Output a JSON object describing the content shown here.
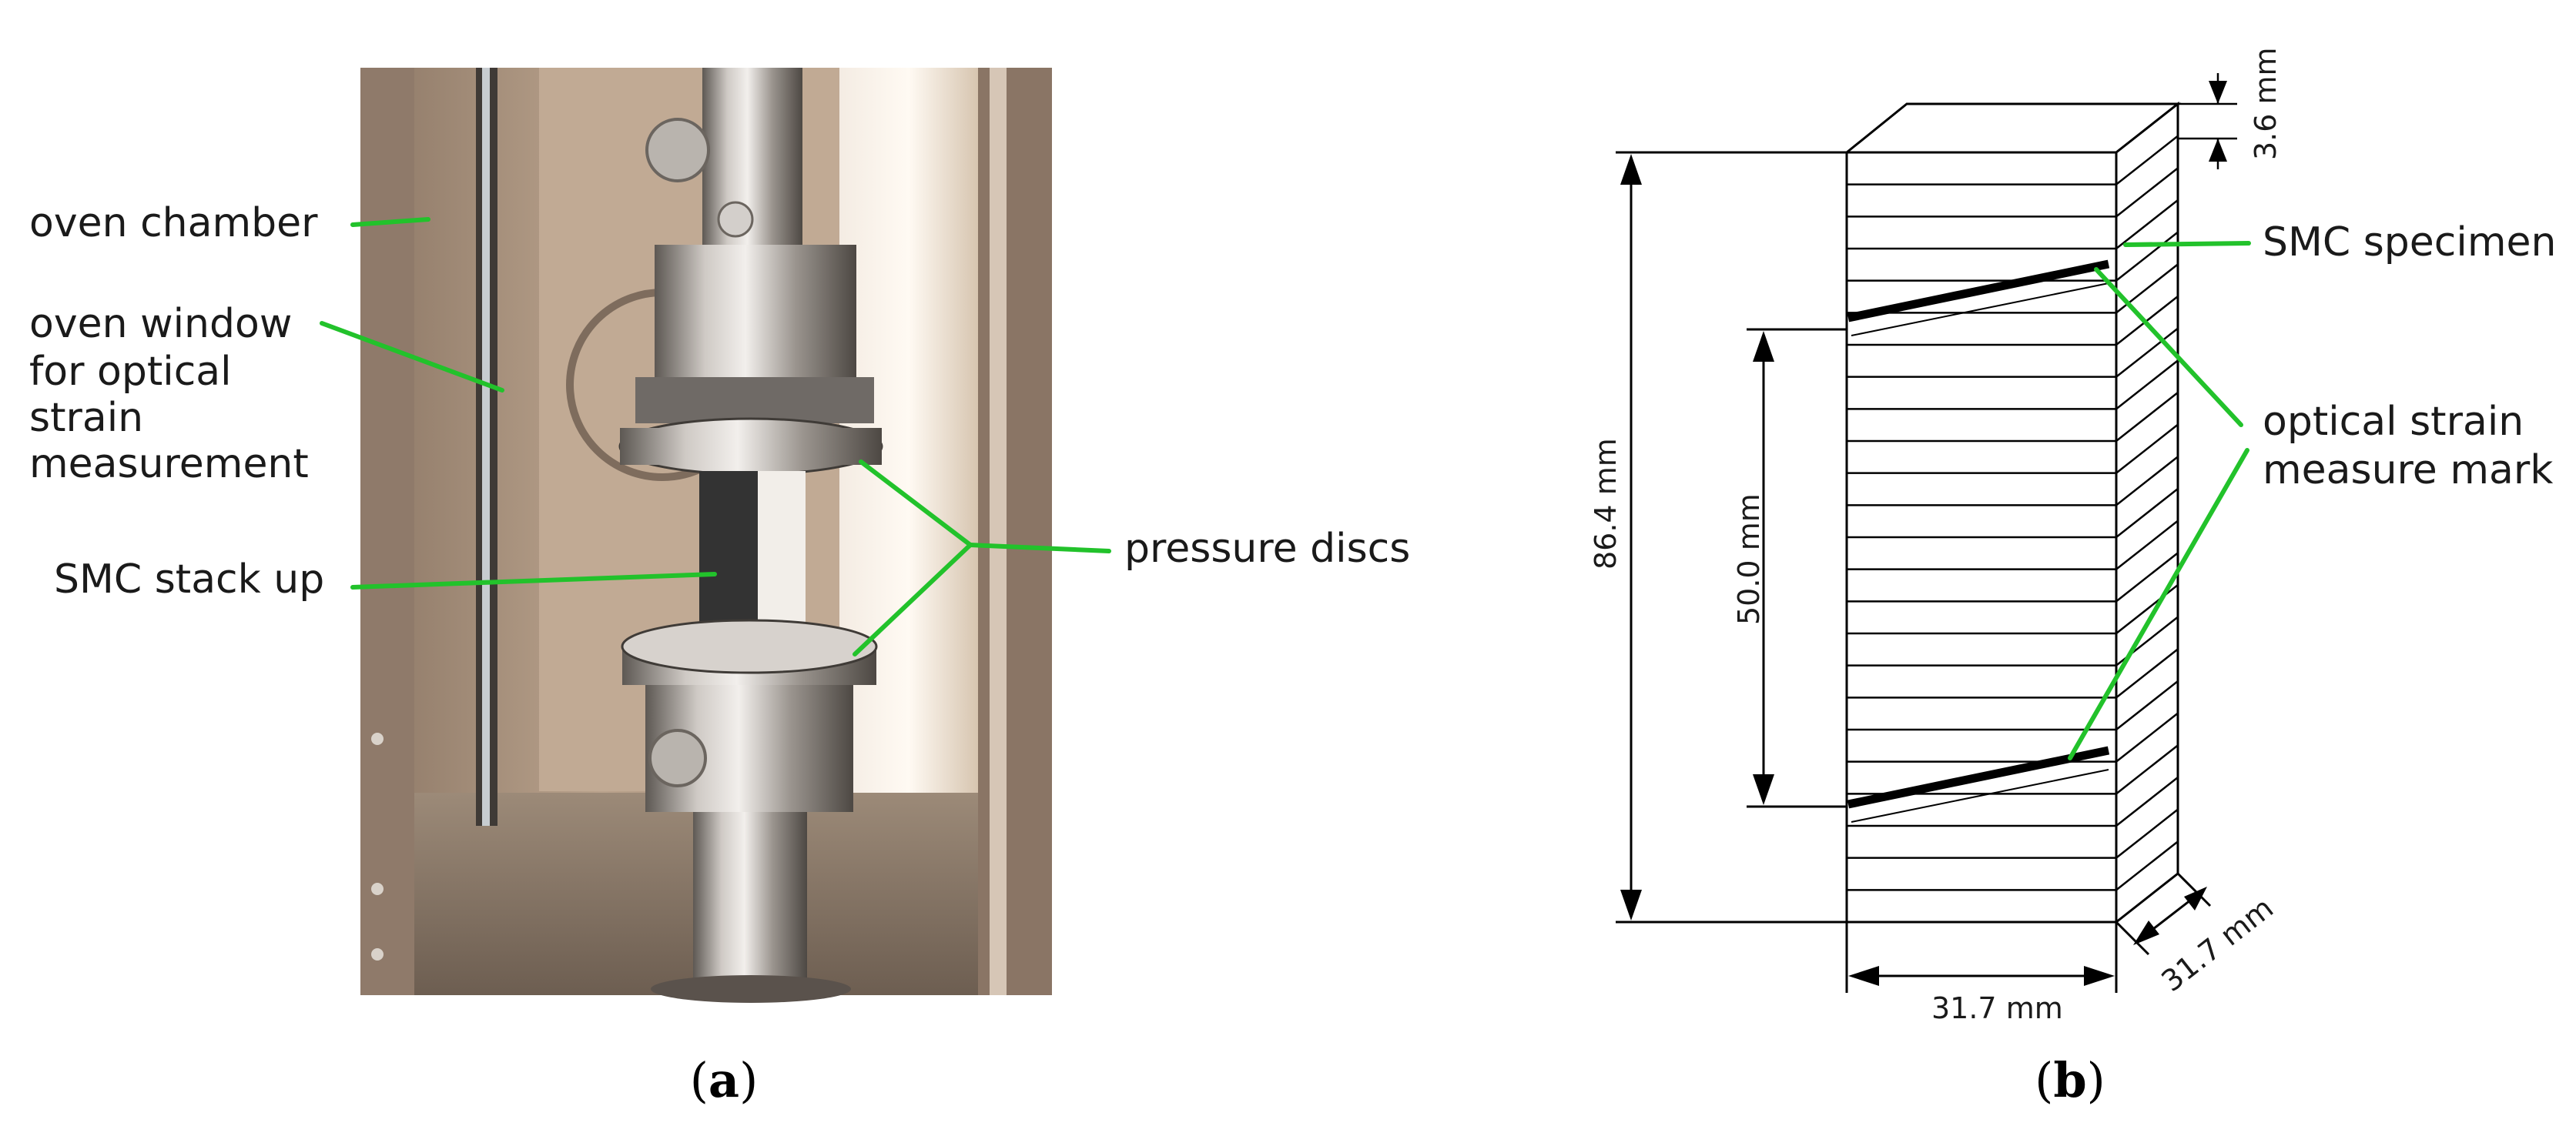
{
  "panel_a": {
    "labels": {
      "oven_chamber": "oven chamber",
      "oven_window": [
        "oven window",
        "for optical",
        "strain",
        "measurement"
      ],
      "smc_stack": "SMC stack up",
      "pressure_discs": "pressure discs"
    },
    "caption": {
      "open": "(",
      "letter": "a",
      "close": ")"
    }
  },
  "panel_b": {
    "labels": {
      "smc_specimen": "SMC specimen",
      "strain_mark": [
        "optical strain",
        "measure mark"
      ]
    },
    "dimensions": {
      "height_total": "86.4 mm",
      "gauge_length": "50.0 mm",
      "layer_thickness": "3.6 mm",
      "width": "31.7 mm",
      "depth": "31.7 mm"
    },
    "caption": {
      "open": "(",
      "letter": "b",
      "close": ")"
    }
  },
  "colors": {
    "leader_line": "#22c22b",
    "ink": "#000000",
    "steel_light": "#d9d9d9",
    "steel_dark": "#6f655d",
    "oven_wall": "#a88f78"
  }
}
